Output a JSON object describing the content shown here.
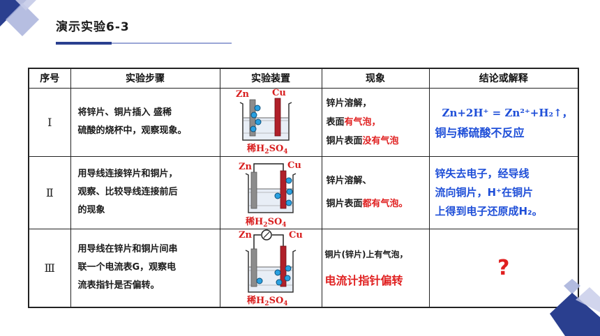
{
  "title": "演示实验6-3",
  "headers": [
    "序号",
    "实验步骤",
    "实验装置",
    "现象",
    "结论或解释"
  ],
  "rows": [
    {
      "num": "Ⅰ",
      "steps": [
        "将锌片、铜片插入 盛稀",
        "硫酸的烧杯中，观察现象。"
      ],
      "obs_1": "锌片溶解，",
      "obs_2_pre": "表面",
      "obs_2_red": "有气泡，",
      "obs_3_pre": "铜片表面",
      "obs_3_red": "没有气泡",
      "concl_eq": "Zn+2H⁺ = Zn²⁺+H₂↑，",
      "concl_text": "铜与稀硫酸不反应",
      "apparatus": {
        "zn": "Zn",
        "cu": "Cu",
        "sol_main": "稀H",
        "sol_sub1": "2",
        "sol_so": "SO",
        "sol_sub2": "4"
      }
    },
    {
      "num": "Ⅱ",
      "steps": [
        "用导线连接锌片和铜片，",
        "观察、比较导线连接前后",
        "的现象"
      ],
      "obs_1": "锌片溶解、",
      "obs_2_pre": "铜片表面",
      "obs_2_red": "都有气泡。",
      "concl_lines": [
        "锌失去电子，经导线",
        "流向铜片，H⁺在铜片",
        "上得到电子还原成H₂。"
      ],
      "apparatus": {
        "zn": "Zn",
        "cu": "Cu",
        "sol_main": "稀H",
        "sol_sub1": "2",
        "sol_so": "SO",
        "sol_sub2": "4"
      }
    },
    {
      "num": "Ⅲ",
      "steps": [
        "用导线在锌片和铜片间串",
        "联一个电流表G，观察电",
        "流表指针是否偏转。"
      ],
      "obs_1": "铜片(锌片)上有气泡，",
      "obs_2_red": "电流计指针偏转",
      "concl_text": "?",
      "apparatus": {
        "zn": "Zn",
        "cu": "Cu",
        "sol_main": "稀H",
        "sol_sub1": "2",
        "sol_so": "SO",
        "sol_sub2": "4"
      }
    }
  ],
  "colors": {
    "accent_dark": "#2a3f8f",
    "accent_light": "#9aa6d6",
    "red": "#e02020",
    "blue": "#1f4fd8"
  }
}
